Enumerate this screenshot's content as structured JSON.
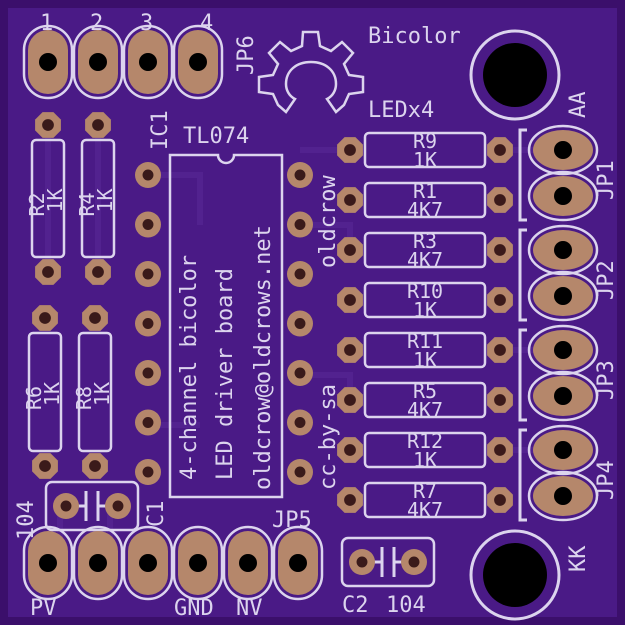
{
  "board": {
    "title": "Bicolor",
    "subtitle": "LEDx4",
    "colors": {
      "mask": "#4a1a86",
      "edge": "#3b0f6b",
      "silk": "#dcd4ee",
      "pad": "#b5876b",
      "hole": "#3a1a1a"
    }
  },
  "header_top": {
    "label": "JP6",
    "pins": [
      "1",
      "2",
      "3",
      "4"
    ]
  },
  "ic": {
    "ref": "IC1",
    "part": "TL074",
    "text_lines": [
      "4-channel bicolor",
      "LED driver board",
      "oldcrow@oldcrows.net"
    ]
  },
  "side_labels": {
    "left": "oldcrow",
    "right": "cc-by-sa"
  },
  "resistors_left": [
    {
      "ref": "R2",
      "value": "1K"
    },
    {
      "ref": "R4",
      "value": "1K"
    },
    {
      "ref": "R6",
      "value": "1K"
    },
    {
      "ref": "R8",
      "value": "1K"
    }
  ],
  "resistors_right": [
    {
      "ref": "R9",
      "value": "1K"
    },
    {
      "ref": "R1",
      "value": "4K7"
    },
    {
      "ref": "R3",
      "value": "4K7"
    },
    {
      "ref": "R10",
      "value": "1K"
    },
    {
      "ref": "R11",
      "value": "1K"
    },
    {
      "ref": "R5",
      "value": "4K7"
    },
    {
      "ref": "R12",
      "value": "1K"
    },
    {
      "ref": "R7",
      "value": "4K7"
    }
  ],
  "jumpers_right": [
    "JP1",
    "JP2",
    "JP3",
    "JP4"
  ],
  "corner_labels": {
    "aa": "AA",
    "kk": "KK"
  },
  "caps": [
    {
      "ref": "C1",
      "value": "104"
    },
    {
      "ref": "C2",
      "value": "104"
    }
  ],
  "header_bottom": {
    "label": "JP5",
    "pins": [
      "PV",
      "GND",
      "NV"
    ]
  }
}
